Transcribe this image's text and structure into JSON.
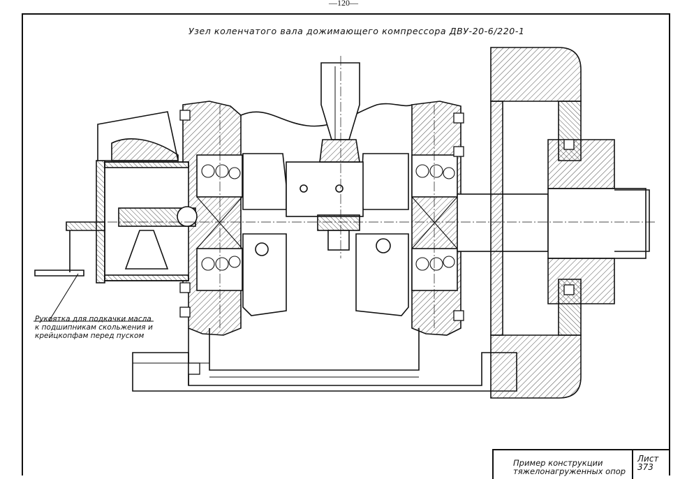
{
  "page_number": "—120—",
  "drawing": {
    "title": "Узел коленчатого вала дожимающего компрессора ДВУ-20-6/220-1",
    "annotation": [
      "Рукоятка для подкачки масла",
      "к подшипникам скольжения и",
      "крейцкопфам перед пуском"
    ]
  },
  "title_block": {
    "description": [
      "Пример конструкции",
      "тяжелонагруженных опор"
    ],
    "sheet_label": "Лист",
    "sheet_number": "373"
  }
}
